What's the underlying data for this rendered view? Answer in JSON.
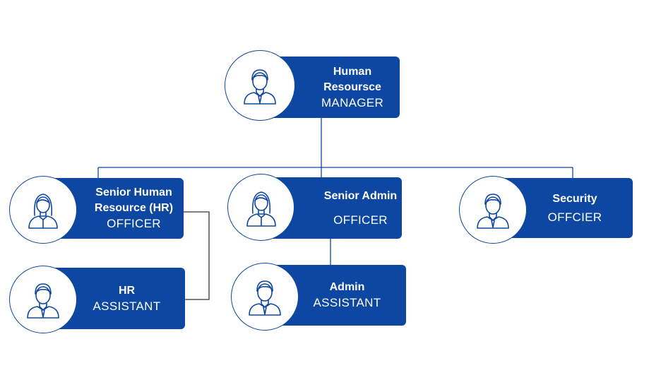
{
  "colors": {
    "box": "#0d47a1",
    "line": "#0d47a1",
    "icon": "#0d47a1"
  },
  "nodes": {
    "hr_manager": {
      "title": "Human Resoursce",
      "role": "MANAGER",
      "icon": "male-person-icon"
    },
    "senior_hr": {
      "title": "Senior Human Resource (HR)",
      "role": "OFFICER",
      "icon": "female-person-icon"
    },
    "senior_admin": {
      "title": "Senior Admin",
      "role": "OFFICER",
      "icon": "female-person-icon"
    },
    "security": {
      "title": "Security",
      "role": "OFFCIER",
      "icon": "male-person-icon"
    },
    "hr_assistant": {
      "title": "HR",
      "role": "ASSISTANT",
      "icon": "male-person-icon"
    },
    "admin_assistant": {
      "title": "Admin",
      "role": "ASSISTANT",
      "icon": "male-person-icon"
    }
  }
}
